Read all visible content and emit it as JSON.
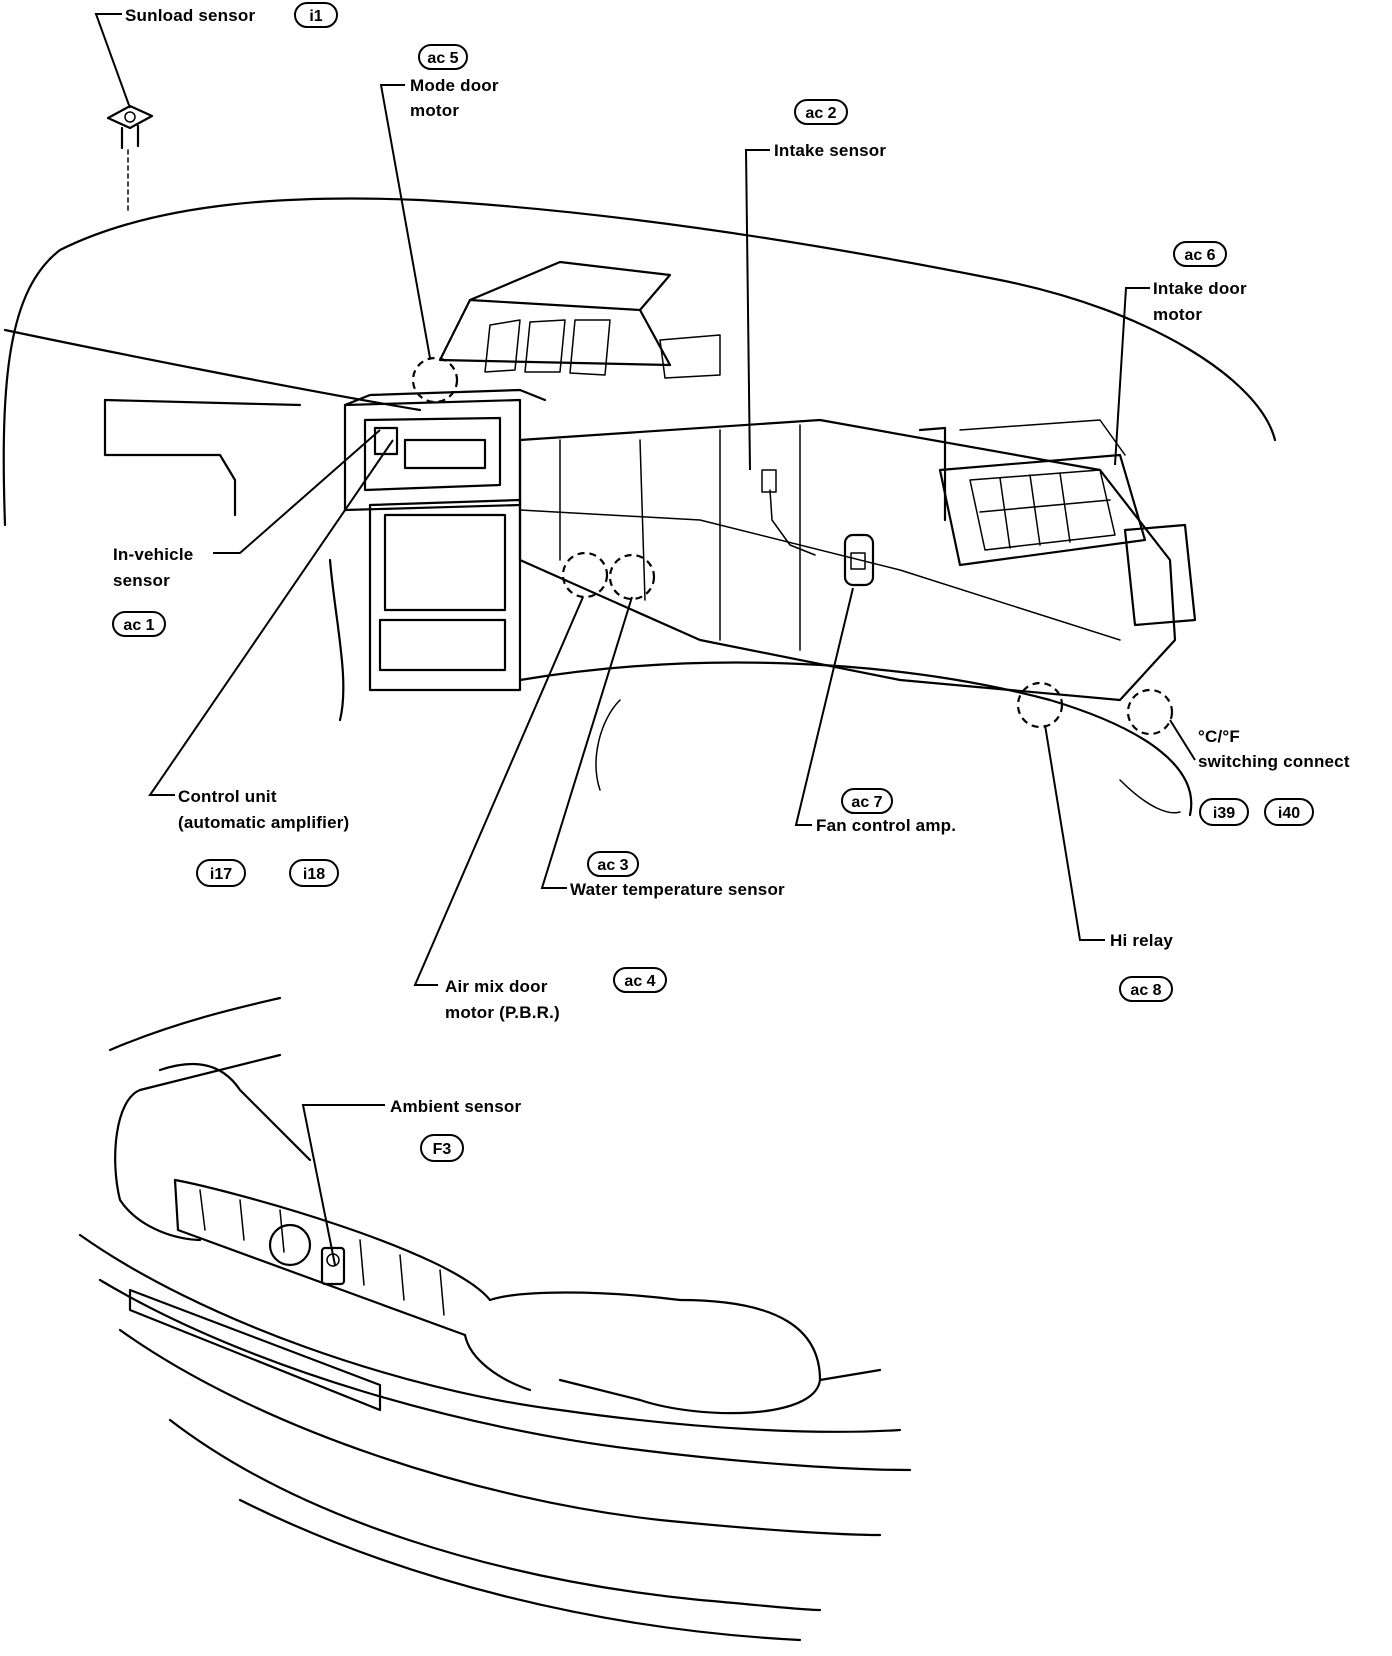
{
  "labels": {
    "sunload": "Sunload sensor",
    "mode_door_1": "Mode door",
    "mode_door_2": "motor",
    "intake_sensor": "Intake sensor",
    "intake_door_1": "Intake door",
    "intake_door_2": "motor",
    "in_vehicle_1": "In-vehicle",
    "in_vehicle_2": "sensor",
    "control_unit_1": "Control unit",
    "control_unit_2": "(automatic amplifier)",
    "fan_amp": "Fan control amp.",
    "water_temp": "Water temperature sensor",
    "air_mix_1": "Air mix door",
    "air_mix_2": "motor (P.B.R.)",
    "hi_relay": "Hi relay",
    "cf_1": "°C/°F",
    "cf_2": "switching connect",
    "ambient": "Ambient sensor"
  },
  "codes": {
    "i1": "i1",
    "ac5": "ac 5",
    "ac2": "ac 2",
    "ac6": "ac 6",
    "ac1": "ac 1",
    "ac7": "ac 7",
    "ac3": "ac 3",
    "ac4": "ac 4",
    "ac8": "ac 8",
    "i17": "i17",
    "i18": "i18",
    "i39": "i39",
    "i40": "i40",
    "f3": "F3"
  }
}
